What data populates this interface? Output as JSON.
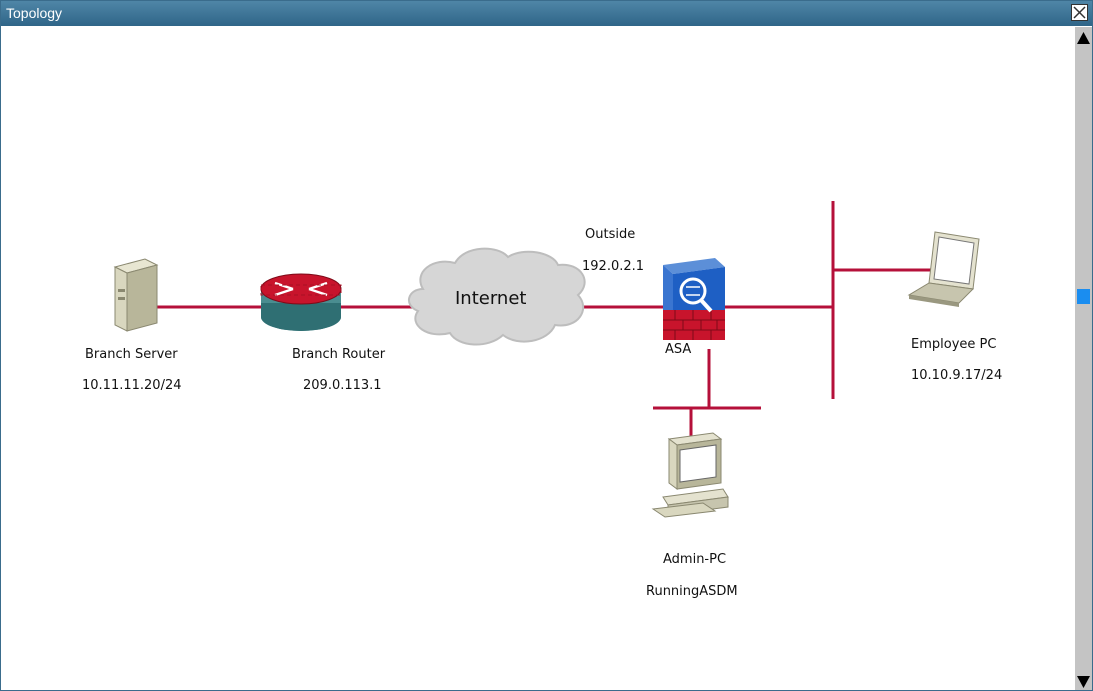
{
  "window": {
    "title": "Topology"
  },
  "diagram": {
    "internet_label": "Internet",
    "branch_server": {
      "name": "Branch Server",
      "ip": "10.11.11.20/24"
    },
    "branch_router": {
      "name": "Branch Router",
      "ip": "209.0.113.1"
    },
    "asa": {
      "name": "ASA",
      "interface_label": "Outside",
      "interface_ip": "192.0.2.1"
    },
    "employee_pc": {
      "name": "Employee PC",
      "ip": "10.10.9.17/24"
    },
    "admin_pc": {
      "name": "Admin-PC",
      "note": "RunningASDM"
    }
  },
  "colors": {
    "link": "#b5103a",
    "titlebar": "#3f7698",
    "scroll_thumb": "#1a8df0"
  }
}
